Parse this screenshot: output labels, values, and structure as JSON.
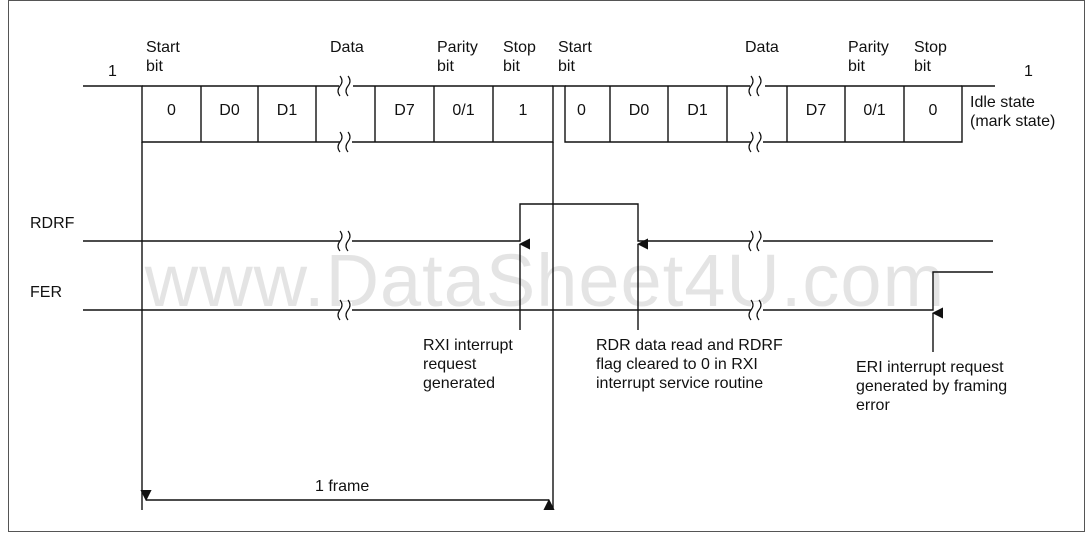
{
  "watermark": "www.DataSheet4U.com",
  "frame1": {
    "idle_left": "1",
    "start": "Start\nbit",
    "data": "Data",
    "parity": "Parity\nbit",
    "stop": "Stop\nbit",
    "cells": [
      "0",
      "D0",
      "D1",
      "D7",
      "0/1",
      "1"
    ]
  },
  "frame2": {
    "start": "Start\nbit",
    "data": "Data",
    "parity": "Parity\nbit",
    "stop": "Stop\nbit",
    "idle_right": "1",
    "cells": [
      "0",
      "D0",
      "D1",
      "D7",
      "0/1",
      "0"
    ],
    "idle_state": "Idle state\n(mark state)"
  },
  "signals": {
    "rdrf": "RDRF",
    "fer": "FER"
  },
  "annotations": {
    "rxi": "RXI interrupt\nrequest\ngenerated",
    "rdr": "RDR data read and RDRF\nflag cleared to 0 in RXI\ninterrupt service routine",
    "eri": "ERI interrupt request\ngenerated by framing\nerror"
  },
  "frame_label": "1 frame"
}
